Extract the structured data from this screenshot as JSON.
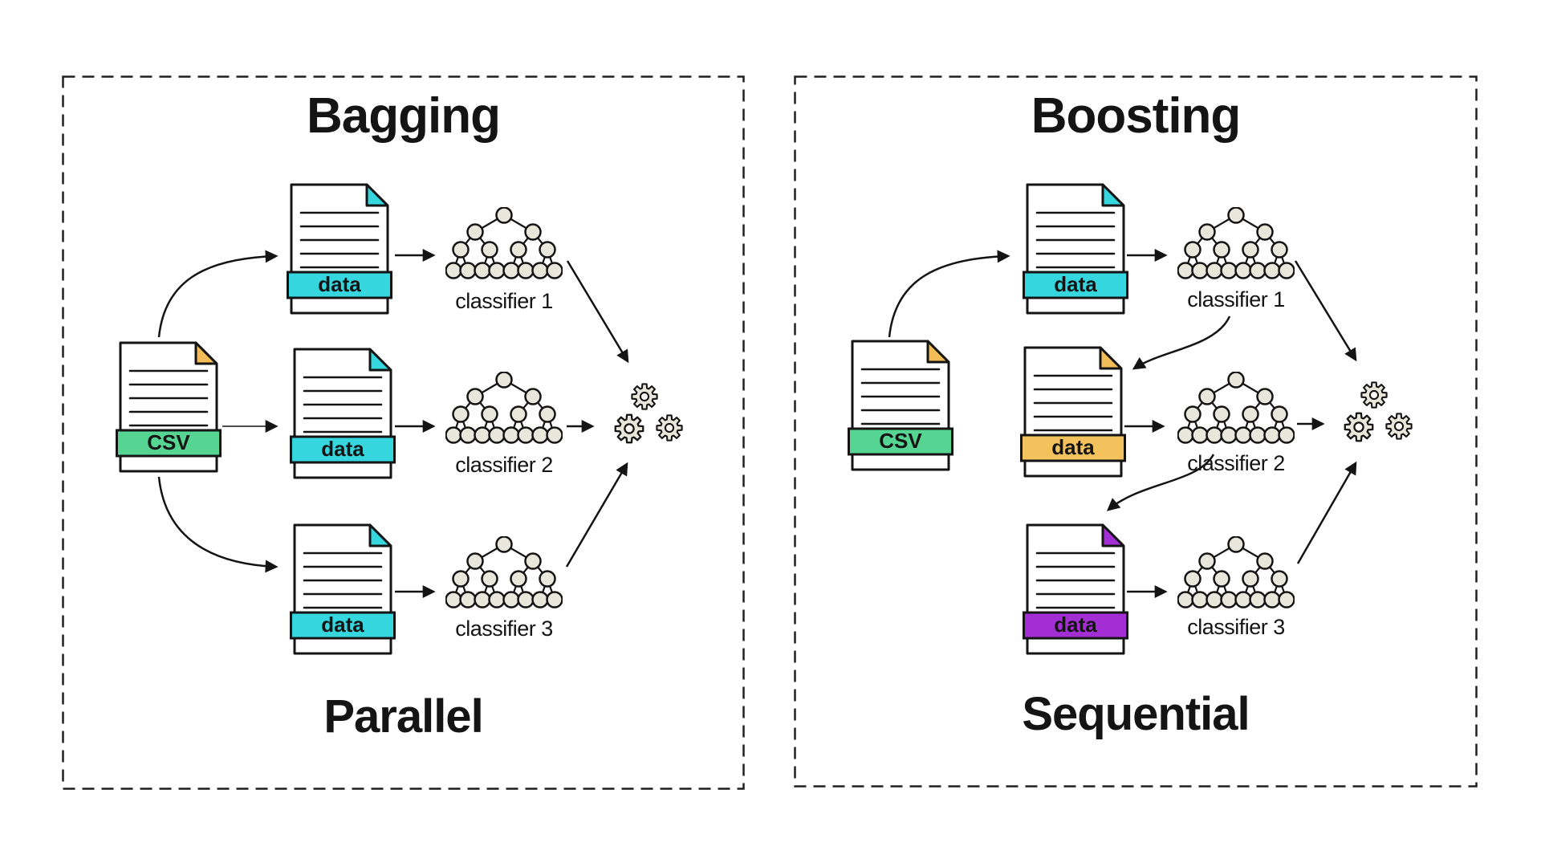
{
  "figure": {
    "panels": [
      {
        "title": "Bagging",
        "mode": "Parallel",
        "source": {
          "label": "CSV"
        },
        "datasets": [
          {
            "label": "data"
          },
          {
            "label": "data"
          },
          {
            "label": "data"
          }
        ],
        "classifiers": [
          {
            "label": "classifier 1"
          },
          {
            "label": "classifier 2"
          },
          {
            "label": "classifier 3"
          }
        ]
      },
      {
        "title": "Boosting",
        "mode": "Sequential",
        "source": {
          "label": "CSV"
        },
        "datasets": [
          {
            "label": "data"
          },
          {
            "label": "data"
          },
          {
            "label": "data"
          }
        ],
        "classifiers": [
          {
            "label": "classifier 1"
          },
          {
            "label": "classifier 2"
          },
          {
            "label": "classifier 3"
          }
        ]
      }
    ],
    "colors": {
      "csv_band": "#55d492",
      "data_cyan": "#35d6de",
      "data_orange": "#f4c25d",
      "data_purple": "#a32fd4",
      "fold_orange": "#f2bd59",
      "node_fill": "#e9e7dc",
      "ink": "#141414"
    }
  }
}
